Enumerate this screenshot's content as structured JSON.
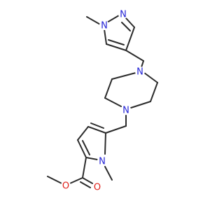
{
  "colors": {
    "background": "#ffffff",
    "bond": "#2b2b2b",
    "nitrogen": "#2323d6",
    "oxygen": "#e0201a"
  },
  "atoms": {
    "pyrazole_n1": "N",
    "pyrazole_n2": "N",
    "diazepane_n_top": "N",
    "diazepane_n_bottom": "N",
    "pyrrole_n": "N",
    "ester_o_carbonyl": "O",
    "ester_o_ether": "O"
  }
}
